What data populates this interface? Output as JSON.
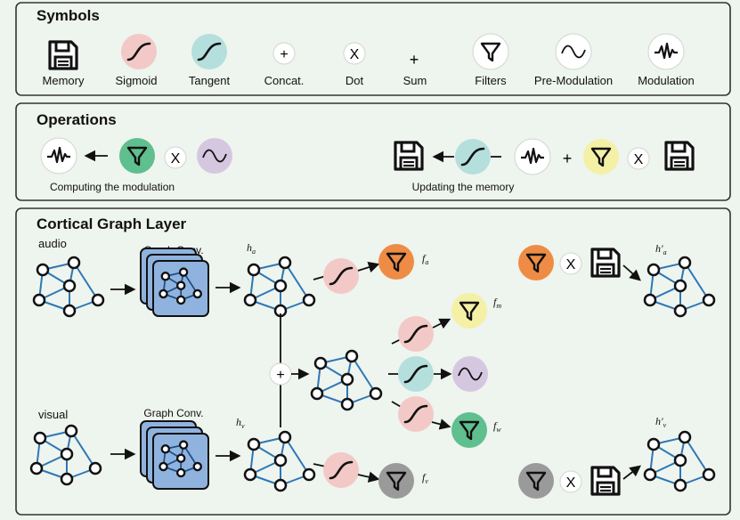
{
  "symbols": {
    "title": "Symbols",
    "items": [
      {
        "label": "Memory",
        "icon": "floppy-disk-icon"
      },
      {
        "label": "Sigmoid",
        "icon": "sigmoid-curve-icon",
        "color": "#f2c9c6"
      },
      {
        "label": "Tangent",
        "icon": "tanh-curve-icon",
        "color": "#b5dfdc"
      },
      {
        "label": "Concat.",
        "glyph": "+"
      },
      {
        "label": "Dot",
        "glyph": "X"
      },
      {
        "label": "Sum",
        "glyph": "+"
      },
      {
        "label": "Filters",
        "icon": "funnel-icon"
      },
      {
        "label": "Pre-Modulation",
        "icon": "sine-wave-icon"
      },
      {
        "label": "Modulation",
        "icon": "modulated-wave-icon"
      }
    ]
  },
  "operations": {
    "title": "Operations",
    "computing_label": "Computing the modulation",
    "updating_label": "Updating the memory",
    "dot": "X",
    "sum": "+"
  },
  "cortical": {
    "title": "Cortical Graph Layer",
    "audio_label": "audio",
    "visual_label": "visual",
    "graph_conv_label": "Graph Conv.",
    "concat": "+",
    "dot": "X",
    "h_a": "h",
    "h_a_sub": "a",
    "h_v": "h",
    "h_v_sub": "v",
    "hp_a": "h'",
    "hp_a_sub": "a",
    "hp_v": "h'",
    "hp_v_sub": "v",
    "f_a": "f",
    "f_a_sub": "a",
    "f_m": "f",
    "f_m_sub": "m",
    "f_w": "f",
    "f_w_sub": "w",
    "f_v": "f",
    "f_v_sub": "v"
  },
  "colors": {
    "sigmoid": "#f2c9c6",
    "tangent": "#b5dfdc",
    "filter_orange": "#ee8c45",
    "filter_yellow": "#f4f0a6",
    "filter_green": "#5fbf8e",
    "filter_gray": "#9a9a9a",
    "premod_purple": "#d6c7e0",
    "graph_conv": "#8fb3de"
  }
}
